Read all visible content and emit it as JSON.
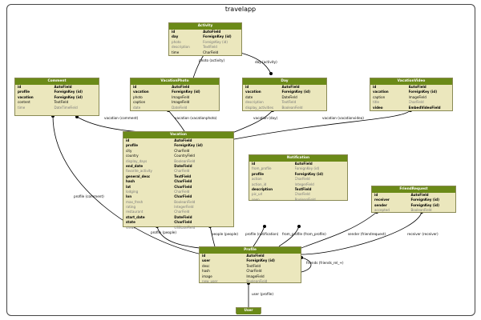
{
  "diagram_title": "travelapp",
  "models": {
    "activity": {
      "title": "Activity",
      "fields": [
        {
          "name": "id",
          "type": "AutoField",
          "style": "b"
        },
        {
          "name": "day",
          "type": "ForeignKey (id)",
          "style": "b"
        },
        {
          "name": "photo",
          "type": "ForeignKey (id)",
          "style": "g"
        },
        {
          "name": "description",
          "type": "TextField",
          "style": "g"
        },
        {
          "name": "time",
          "type": "CharField",
          "style": ""
        }
      ]
    },
    "comment": {
      "title": "Comment",
      "fields": [
        {
          "name": "id",
          "type": "AutoField",
          "style": "b"
        },
        {
          "name": "profile",
          "type": "ForeignKey (id)",
          "style": "b"
        },
        {
          "name": "vacation",
          "type": "ForeignKey (id)",
          "style": "b"
        },
        {
          "name": "content",
          "type": "TextField",
          "style": ""
        },
        {
          "name": "time",
          "type": "DateTimeField",
          "style": "g"
        }
      ]
    },
    "vacation_photo": {
      "title": "VacationPhoto",
      "fields": [
        {
          "name": "id",
          "type": "AutoField",
          "style": "b"
        },
        {
          "name": "vacation",
          "type": "ForeignKey (id)",
          "style": "b"
        },
        {
          "name": "photo",
          "type": "ImageField",
          "style": ""
        },
        {
          "name": "caption",
          "type": "ImageField",
          "style": ""
        },
        {
          "name": "date",
          "type": "DateField",
          "style": "g"
        }
      ]
    },
    "day": {
      "title": "Day",
      "fields": [
        {
          "name": "id",
          "type": "AutoField",
          "style": "b"
        },
        {
          "name": "vacation",
          "type": "ForeignKey (id)",
          "style": "b"
        },
        {
          "name": "date",
          "type": "DateField",
          "style": ""
        },
        {
          "name": "description",
          "type": "TextField",
          "style": "g"
        },
        {
          "name": "display_activities",
          "type": "BooleanField",
          "style": "g"
        }
      ]
    },
    "vacation_video": {
      "title": "VacationVideo",
      "fields": [
        {
          "name": "id",
          "type": "AutoField",
          "style": "b"
        },
        {
          "name": "vacation",
          "type": "ForeignKey (id)",
          "style": "b"
        },
        {
          "name": "caption",
          "type": "ImageField",
          "style": ""
        },
        {
          "name": "title",
          "type": "CharField",
          "style": "g"
        },
        {
          "name": "video",
          "type": "EmbedVideoField",
          "style": "b"
        }
      ]
    },
    "vacation": {
      "title": "Vacation",
      "fields": [
        {
          "name": "id",
          "type": "AutoField",
          "style": "b"
        },
        {
          "name": "profile",
          "type": "ForeignKey (id)",
          "style": "b"
        },
        {
          "name": "city",
          "type": "CharField",
          "style": ""
        },
        {
          "name": "country",
          "type": "CountryField",
          "style": ""
        },
        {
          "name": "display_days",
          "type": "BooleanField",
          "style": "g"
        },
        {
          "name": "end_date",
          "type": "DateField",
          "style": "b"
        },
        {
          "name": "favorite_activity",
          "type": "CharField",
          "style": "g"
        },
        {
          "name": "general_desc",
          "type": "TextField",
          "style": "b"
        },
        {
          "name": "hash",
          "type": "CharField",
          "style": "b"
        },
        {
          "name": "lat",
          "type": "CharField",
          "style": "b"
        },
        {
          "name": "lodging",
          "type": "CharField",
          "style": "g"
        },
        {
          "name": "lon",
          "type": "CharField",
          "style": "b"
        },
        {
          "name": "max_fresh",
          "type": "BooleanField",
          "style": "g"
        },
        {
          "name": "rating",
          "type": "IntegerField",
          "style": "g"
        },
        {
          "name": "restaurant",
          "type": "CharField",
          "style": "g"
        },
        {
          "name": "start_date",
          "type": "DateField",
          "style": "b"
        },
        {
          "name": "state",
          "type": "CharField",
          "style": "b"
        },
        {
          "name": "views",
          "type": "USStateField",
          "style": "g"
        }
      ]
    },
    "notification": {
      "title": "Notification",
      "fields": [
        {
          "name": "id",
          "type": "AutoField",
          "style": "b"
        },
        {
          "name": "from_profile",
          "type": "ForeignKey (id)",
          "style": "g"
        },
        {
          "name": "profile",
          "type": "ForeignKey (id)",
          "style": "b"
        },
        {
          "name": "action",
          "type": "CharField",
          "style": "g"
        },
        {
          "name": "action_id",
          "type": "IntegerField",
          "style": "g"
        },
        {
          "name": "description",
          "type": "TextField",
          "style": "b"
        },
        {
          "name": "pic_url",
          "type": "CharField",
          "style": "g"
        },
        {
          "name": "seen",
          "type": "BooleanField",
          "style": "g"
        }
      ]
    },
    "friend_request": {
      "title": "FriendRequest",
      "fields": [
        {
          "name": "id",
          "type": "AutoField",
          "style": "b"
        },
        {
          "name": "receiver",
          "type": "ForeignKey (id)",
          "style": "b"
        },
        {
          "name": "sender",
          "type": "ForeignKey (id)",
          "style": "b"
        },
        {
          "name": "accepted",
          "type": "BooleanField",
          "style": "g"
        }
      ]
    },
    "profile": {
      "title": "Profile",
      "fields": [
        {
          "name": "id",
          "type": "AutoField",
          "style": "b"
        },
        {
          "name": "user",
          "type": "ForeignKey (id)",
          "style": "b"
        },
        {
          "name": "desc",
          "type": "TextField",
          "style": ""
        },
        {
          "name": "hash",
          "type": "CharField",
          "style": ""
        },
        {
          "name": "image",
          "type": "ImageField",
          "style": ""
        },
        {
          "name": "new_user",
          "type": "BooleanField",
          "style": "g"
        }
      ]
    },
    "user": {
      "title": "User",
      "fields": []
    }
  },
  "edge_labels": {
    "day_activity_a": "photo (activity)",
    "day_activity_b": "day (activity)",
    "vacation_comment": "vacation (comment)",
    "vacation_photo": "vacation (vacationphoto)",
    "vacation_day": "vacation (day)",
    "vacation_video": "vacation (vacationvideo)",
    "profile_comment": "profile (comment)",
    "profile_vacation": "profile (people)",
    "people_people": "people (people)",
    "profile_notification": "profile (notification)",
    "from_profile": "from_profile (from_profile)",
    "sender": "sender (friendrequest)",
    "receiver": "receiver (receiver)",
    "friends": "friends (friends_rel_+)",
    "user_profile": "user (profile)"
  }
}
